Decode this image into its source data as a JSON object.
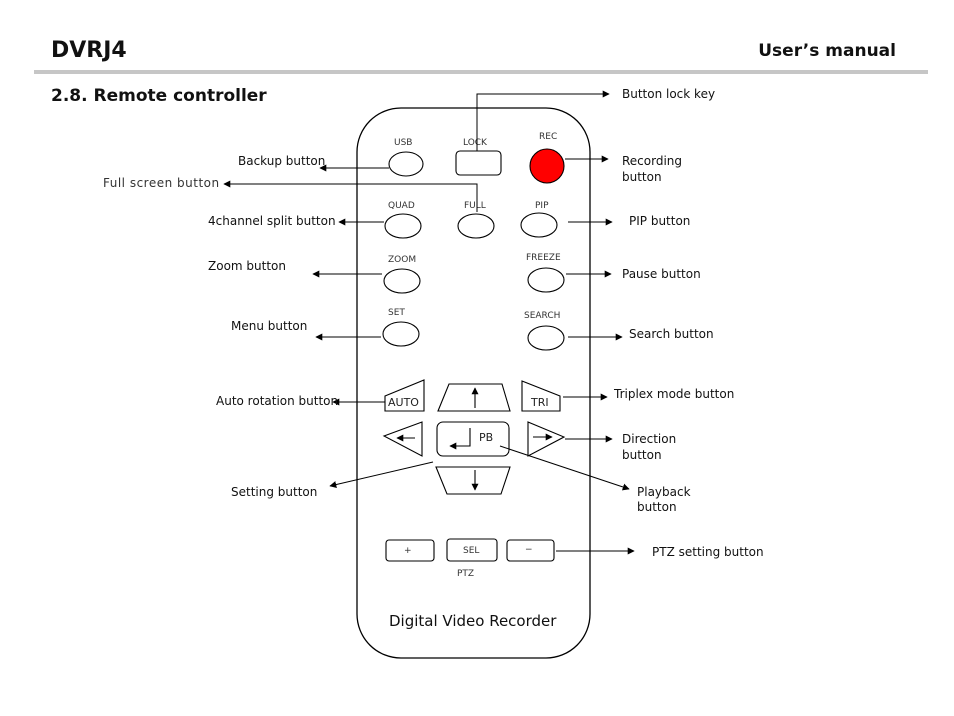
{
  "header": {
    "title": "DVRJ4",
    "subtitle": "User’s manual"
  },
  "section_title": "2.8. Remote controller",
  "remote": {
    "footer": "Digital Video Recorder",
    "buttons": {
      "usb": "USB",
      "lock": "LOCK",
      "rec": "REC",
      "quad": "QUAD",
      "full": "FULL",
      "pip": "PIP",
      "zoom": "ZOOM",
      "freeze": "FREEZE",
      "set": "SET",
      "search": "SEARCH",
      "auto": "AUTO",
      "tri": "TRI",
      "pb": "PB",
      "ptz_plus": "+",
      "ptz_sel": "SEL",
      "ptz_minus": "−",
      "ptz": "PTZ"
    },
    "colors": {
      "rec": "#ff0000",
      "outline": "#000000"
    }
  },
  "callouts": {
    "button_lock_key": "Button lock key",
    "backup_button": "Backup button",
    "full_screen_button": "Full screen button",
    "recording_button_1": "Recording",
    "recording_button_2": "button",
    "four_channel_split": "4channel split button",
    "pip_button": "PIP button",
    "zoom_button": "Zoom button",
    "pause_button": "Pause button",
    "menu_button": "Menu button",
    "search_button": "Search button",
    "auto_rotation": "Auto rotation button",
    "triplex_mode": "Triplex mode button",
    "direction_1": "Direction",
    "direction_2": "button",
    "setting_button": "Setting button",
    "playback_1": "Playback",
    "playback_2": "button",
    "ptz_setting": "PTZ setting button"
  }
}
